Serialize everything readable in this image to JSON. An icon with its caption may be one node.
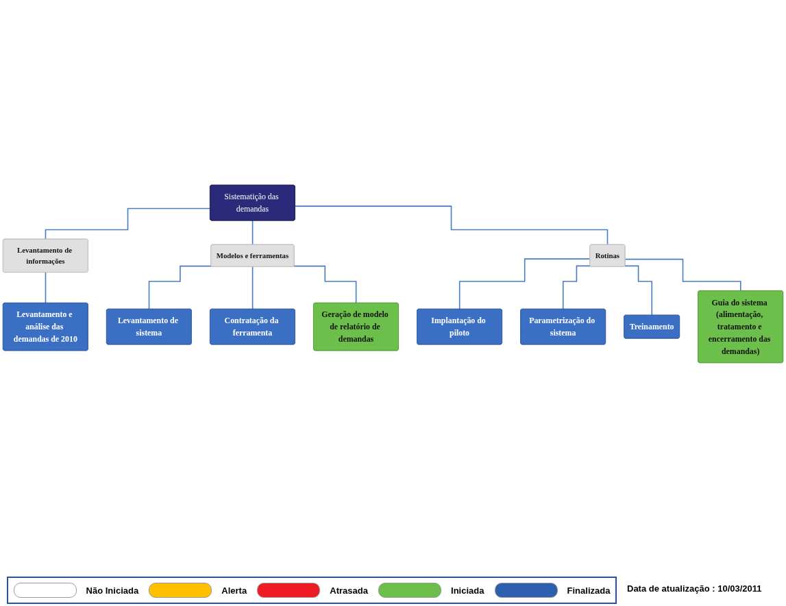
{
  "diagram": {
    "nodes": [
      {
        "text": [
          "Sistematição das demandas"
        ]
      },
      {
        "text": [
          "Levantamento de informações"
        ]
      },
      {
        "text": [
          "Modelos e ferramentas"
        ]
      },
      {
        "text": [
          "Rotinas"
        ]
      },
      {
        "text": [
          "Levantamento e análise das demandas de 2010"
        ]
      },
      {
        "text": [
          "Levantamento de sistema"
        ]
      },
      {
        "text": [
          "Contratação da ferramenta"
        ]
      },
      {
        "text": [
          "Geração de modelo de relatório de demandas"
        ]
      },
      {
        "text": [
          "Implantação do piloto"
        ]
      },
      {
        "text": [
          "Parametrização do sistema"
        ]
      },
      {
        "text": [
          "Treinamento"
        ]
      },
      {
        "text": [
          "Guia do sistema (alimentação, tratamento e encerramento das demandas)"
        ]
      }
    ],
    "edges": [
      {
        "from": 0,
        "to": 1,
        "arrow": "none"
      },
      {
        "from": 0,
        "to": 2,
        "arrow": "none"
      },
      {
        "from": 0,
        "to": 3,
        "arrow": "none"
      },
      {
        "from": 1,
        "to": 4,
        "arrow": "none"
      },
      {
        "from": 2,
        "to": 5,
        "arrow": "none"
      },
      {
        "from": 2,
        "to": 6,
        "arrow": "none"
      },
      {
        "from": 2,
        "to": 7,
        "arrow": "none"
      },
      {
        "from": 3,
        "to": 8,
        "arrow": "none"
      },
      {
        "from": 3,
        "to": 9,
        "arrow": "none"
      },
      {
        "from": 3,
        "to": 10,
        "arrow": "none"
      },
      {
        "from": 3,
        "to": 11,
        "arrow": "none"
      }
    ],
    "labels": [
      "Data de atualização : 10/03/2011"
    ],
    "legend": [
      {
        "text": "Não Iniciada",
        "color": "#ffffff"
      },
      {
        "text": "Alerta",
        "color": "#ffc000"
      },
      {
        "text": "Atrasada",
        "color": "#ed1c24"
      },
      {
        "text": "Iniciada",
        "color": "#6cbf4a"
      },
      {
        "text": "Finalizada",
        "color": "#2e5fac"
      }
    ]
  }
}
